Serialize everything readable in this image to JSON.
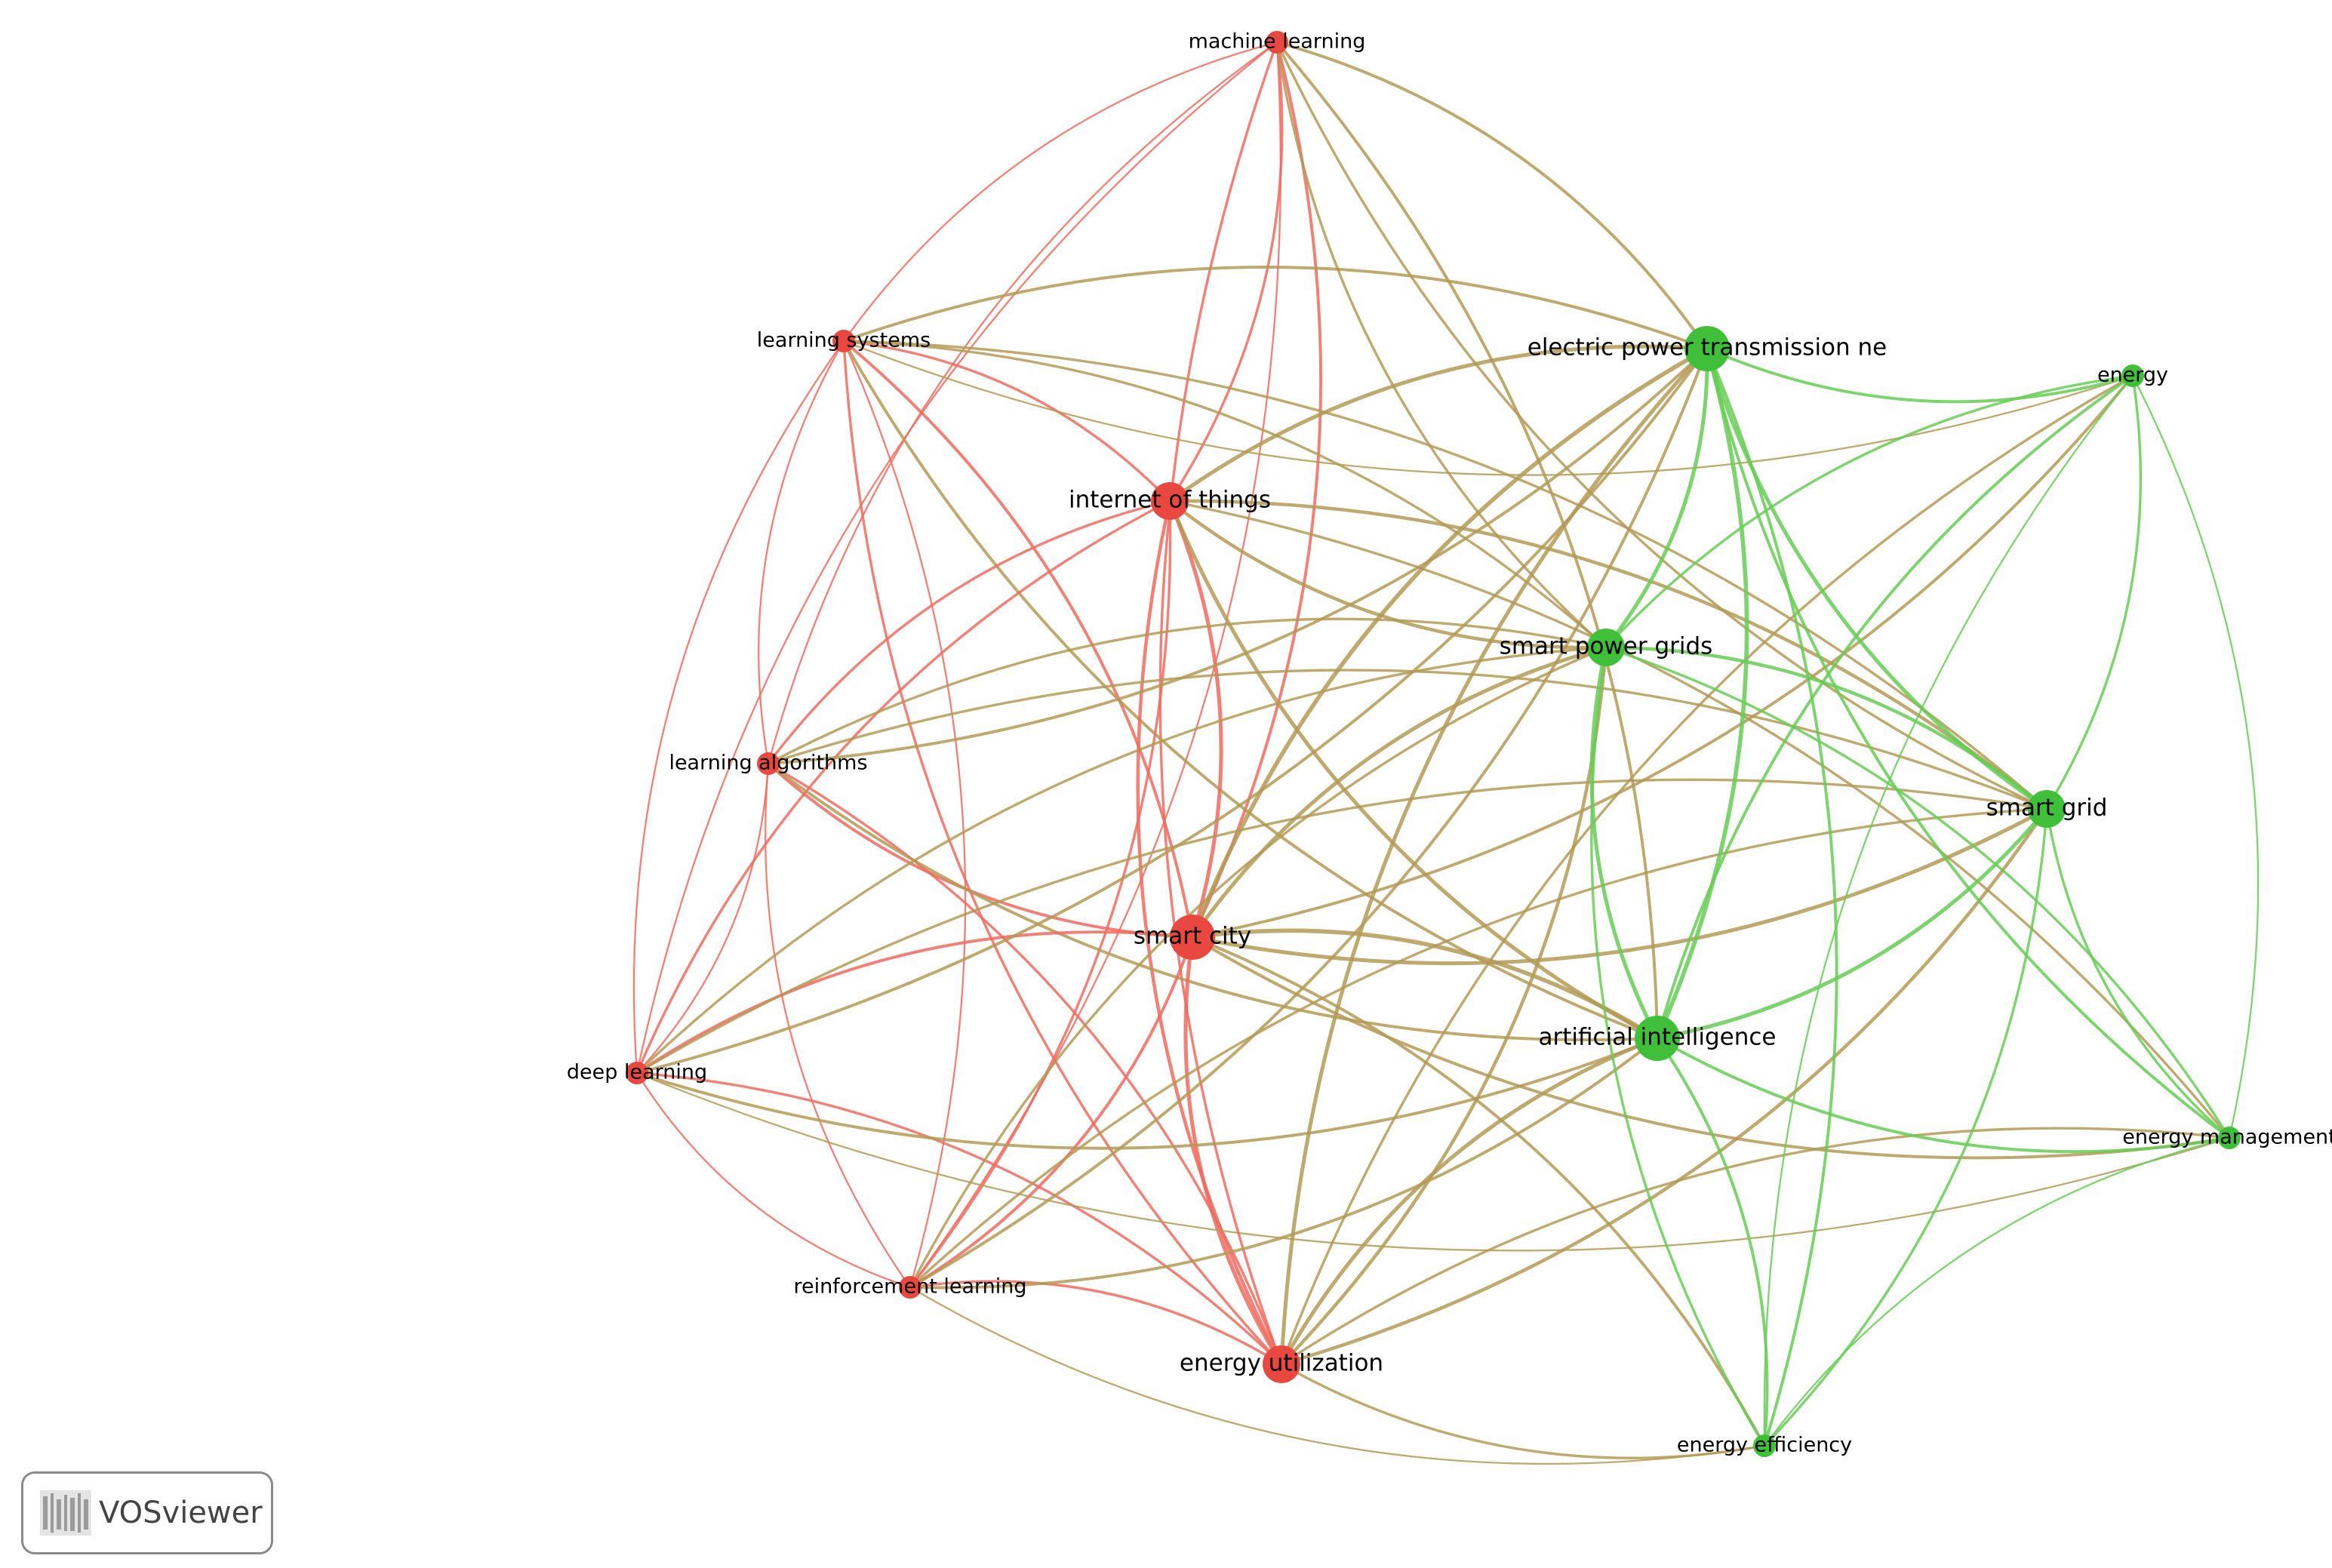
{
  "colors": {
    "red_cluster": "#e8483f",
    "green_cluster": "#3fbf3a",
    "red_edge": "#ef6a5e",
    "green_edge": "#66cc55",
    "mixed_edge": "#b39a55"
  },
  "badge": {
    "label": "VOSviewer",
    "icon": "vosviewer-logo-icon"
  },
  "nodes": [
    {
      "id": "ml",
      "label": "machine learning",
      "cluster": "red",
      "weight": 1
    },
    {
      "id": "ls",
      "label": "learning systems",
      "cluster": "red",
      "weight": 1
    },
    {
      "id": "iot",
      "label": "internet of things",
      "cluster": "red",
      "weight": 3
    },
    {
      "id": "la",
      "label": "learning algorithms",
      "cluster": "red",
      "weight": 1
    },
    {
      "id": "sc",
      "label": "smart city",
      "cluster": "red",
      "weight": 4
    },
    {
      "id": "dl",
      "label": "deep learning",
      "cluster": "red",
      "weight": 1
    },
    {
      "id": "rl",
      "label": "reinforcement learning",
      "cluster": "red",
      "weight": 1
    },
    {
      "id": "eu",
      "label": "energy utilization",
      "cluster": "red",
      "weight": 3
    },
    {
      "id": "ep",
      "label": "electric power transmission ne",
      "cluster": "green",
      "weight": 4
    },
    {
      "id": "en",
      "label": "energy",
      "cluster": "green",
      "weight": 1
    },
    {
      "id": "spg",
      "label": "smart power grids",
      "cluster": "green",
      "weight": 3
    },
    {
      "id": "sg",
      "label": "smart grid",
      "cluster": "green",
      "weight": 3
    },
    {
      "id": "ai",
      "label": "artificial intelligence",
      "cluster": "green",
      "weight": 4
    },
    {
      "id": "em",
      "label": "energy management",
      "cluster": "green",
      "weight": 1
    },
    {
      "id": "ee",
      "label": "energy efficiency",
      "cluster": "green",
      "weight": 1
    }
  ],
  "links": [
    [
      "ml",
      "ls"
    ],
    [
      "ml",
      "iot"
    ],
    [
      "ml",
      "la"
    ],
    [
      "ml",
      "sc"
    ],
    [
      "ml",
      "dl"
    ],
    [
      "ml",
      "rl"
    ],
    [
      "ml",
      "eu"
    ],
    [
      "ml",
      "ep"
    ],
    [
      "ml",
      "spg"
    ],
    [
      "ml",
      "ai"
    ],
    [
      "ml",
      "sg"
    ],
    [
      "ls",
      "iot"
    ],
    [
      "ls",
      "la"
    ],
    [
      "ls",
      "sc"
    ],
    [
      "ls",
      "dl"
    ],
    [
      "ls",
      "rl"
    ],
    [
      "ls",
      "eu"
    ],
    [
      "ls",
      "ep"
    ],
    [
      "ls",
      "en"
    ],
    [
      "ls",
      "spg"
    ],
    [
      "ls",
      "ai"
    ],
    [
      "ls",
      "sg"
    ],
    [
      "iot",
      "la"
    ],
    [
      "iot",
      "sc"
    ],
    [
      "iot",
      "dl"
    ],
    [
      "iot",
      "rl"
    ],
    [
      "iot",
      "eu"
    ],
    [
      "iot",
      "ep"
    ],
    [
      "iot",
      "spg"
    ],
    [
      "iot",
      "sg"
    ],
    [
      "iot",
      "ai"
    ],
    [
      "iot",
      "em"
    ],
    [
      "la",
      "sc"
    ],
    [
      "la",
      "dl"
    ],
    [
      "la",
      "rl"
    ],
    [
      "la",
      "eu"
    ],
    [
      "la",
      "ep"
    ],
    [
      "la",
      "spg"
    ],
    [
      "la",
      "ai"
    ],
    [
      "la",
      "sg"
    ],
    [
      "sc",
      "dl"
    ],
    [
      "sc",
      "rl"
    ],
    [
      "sc",
      "eu"
    ],
    [
      "sc",
      "ep"
    ],
    [
      "sc",
      "en"
    ],
    [
      "sc",
      "spg"
    ],
    [
      "sc",
      "sg"
    ],
    [
      "sc",
      "ai"
    ],
    [
      "sc",
      "em"
    ],
    [
      "sc",
      "ee"
    ],
    [
      "dl",
      "rl"
    ],
    [
      "dl",
      "eu"
    ],
    [
      "dl",
      "ep"
    ],
    [
      "dl",
      "spg"
    ],
    [
      "dl",
      "ai"
    ],
    [
      "dl",
      "sg"
    ],
    [
      "dl",
      "em"
    ],
    [
      "rl",
      "eu"
    ],
    [
      "rl",
      "ep"
    ],
    [
      "rl",
      "spg"
    ],
    [
      "rl",
      "ai"
    ],
    [
      "rl",
      "sg"
    ],
    [
      "rl",
      "ee"
    ],
    [
      "eu",
      "ep"
    ],
    [
      "eu",
      "spg"
    ],
    [
      "eu",
      "ai"
    ],
    [
      "eu",
      "sg"
    ],
    [
      "eu",
      "en"
    ],
    [
      "eu",
      "ee"
    ],
    [
      "eu",
      "em"
    ],
    [
      "ep",
      "en"
    ],
    [
      "ep",
      "spg"
    ],
    [
      "ep",
      "sg"
    ],
    [
      "ep",
      "ai"
    ],
    [
      "ep",
      "em"
    ],
    [
      "ep",
      "ee"
    ],
    [
      "en",
      "spg"
    ],
    [
      "en",
      "sg"
    ],
    [
      "en",
      "ai"
    ],
    [
      "en",
      "em"
    ],
    [
      "en",
      "ee"
    ],
    [
      "spg",
      "sg"
    ],
    [
      "spg",
      "ai"
    ],
    [
      "spg",
      "em"
    ],
    [
      "spg",
      "ee"
    ],
    [
      "sg",
      "ai"
    ],
    [
      "sg",
      "em"
    ],
    [
      "sg",
      "ee"
    ],
    [
      "ai",
      "em"
    ],
    [
      "ai",
      "ee"
    ],
    [
      "em",
      "ee"
    ]
  ]
}
